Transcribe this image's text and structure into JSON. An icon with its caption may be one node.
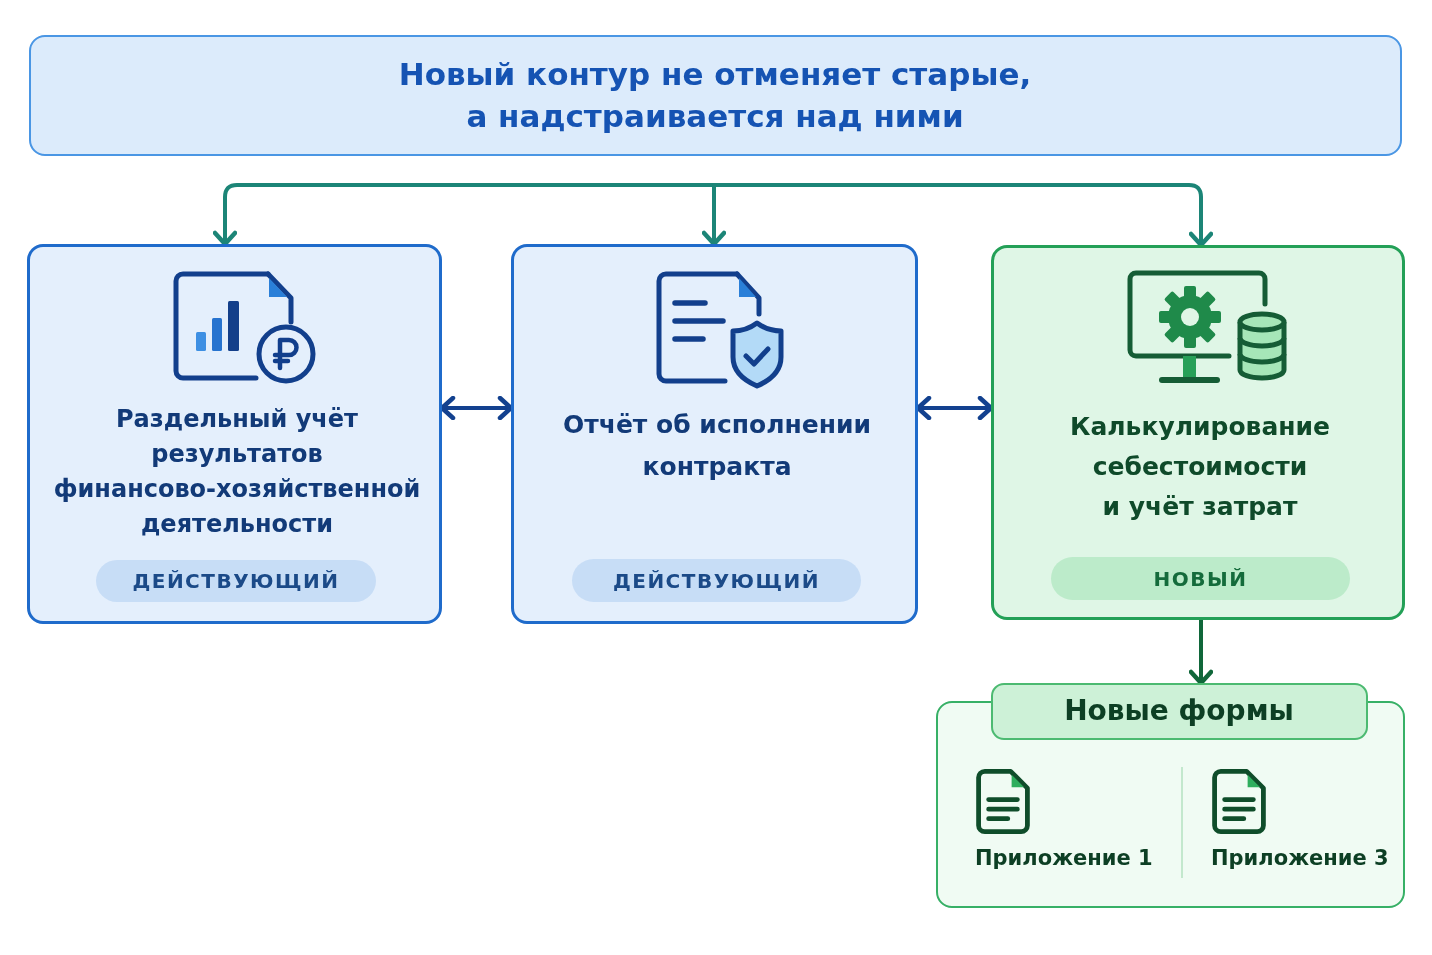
{
  "diagram": {
    "nodes": [
      {
        "text": [
          "Новый контур не отменяет старые, а надстраивается над ними"
        ]
      },
      {
        "text": [
          "Раздельный учёт результатов финансово-хозяйственной деятельности"
        ]
      },
      {
        "text": [
          "ДЕЙСТВУЮЩИЙ"
        ],
        "in": 1
      },
      {
        "text": [
          "Отчёт об исполнении контракта"
        ]
      },
      {
        "text": [
          "ДЕЙСТВУЮЩИЙ"
        ],
        "in": 3
      },
      {
        "text": [
          "Калькулирование себестоимости и учёт затрат"
        ]
      },
      {
        "text": [
          "НОВЫЙ"
        ],
        "in": 5
      },
      {
        "text": [
          "Новые формы",
          "Приложение 1",
          "Приложение 3"
        ]
      }
    ],
    "edges": [
      {
        "from": null,
        "to": 1,
        "arrow": "to"
      },
      {
        "from": null,
        "to": 3,
        "arrow": "to"
      },
      {
        "from": null,
        "to": 5,
        "arrow": "to"
      },
      {
        "from": 1,
        "to": 3,
        "arrow": "both",
        "color": "#13418f"
      },
      {
        "from": 3,
        "to": 5,
        "arrow": "both",
        "color": "#13418f"
      },
      {
        "from": 5,
        "to": 7,
        "arrow": "to",
        "color": "#10673a"
      }
    ]
  }
}
